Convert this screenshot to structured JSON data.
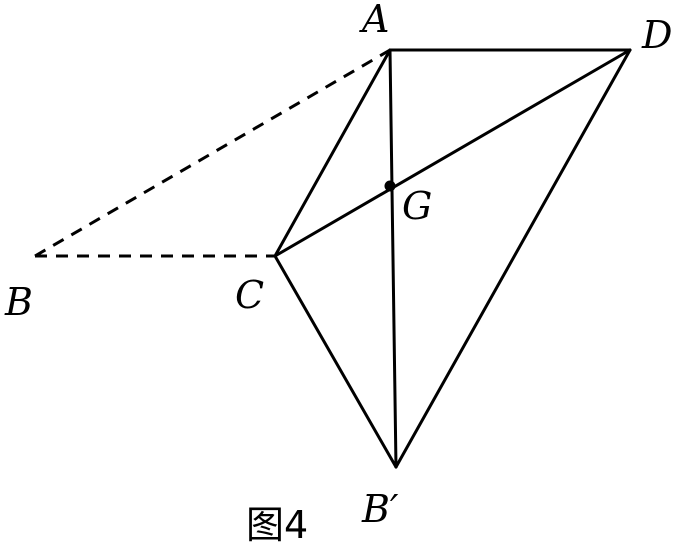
{
  "points": {
    "A": "A",
    "B": "B",
    "C": "C",
    "D": "D",
    "G": "G",
    "B_prime": "B′"
  },
  "caption": "图4",
  "colors": {
    "line": "#000000",
    "background": "#ffffff"
  }
}
